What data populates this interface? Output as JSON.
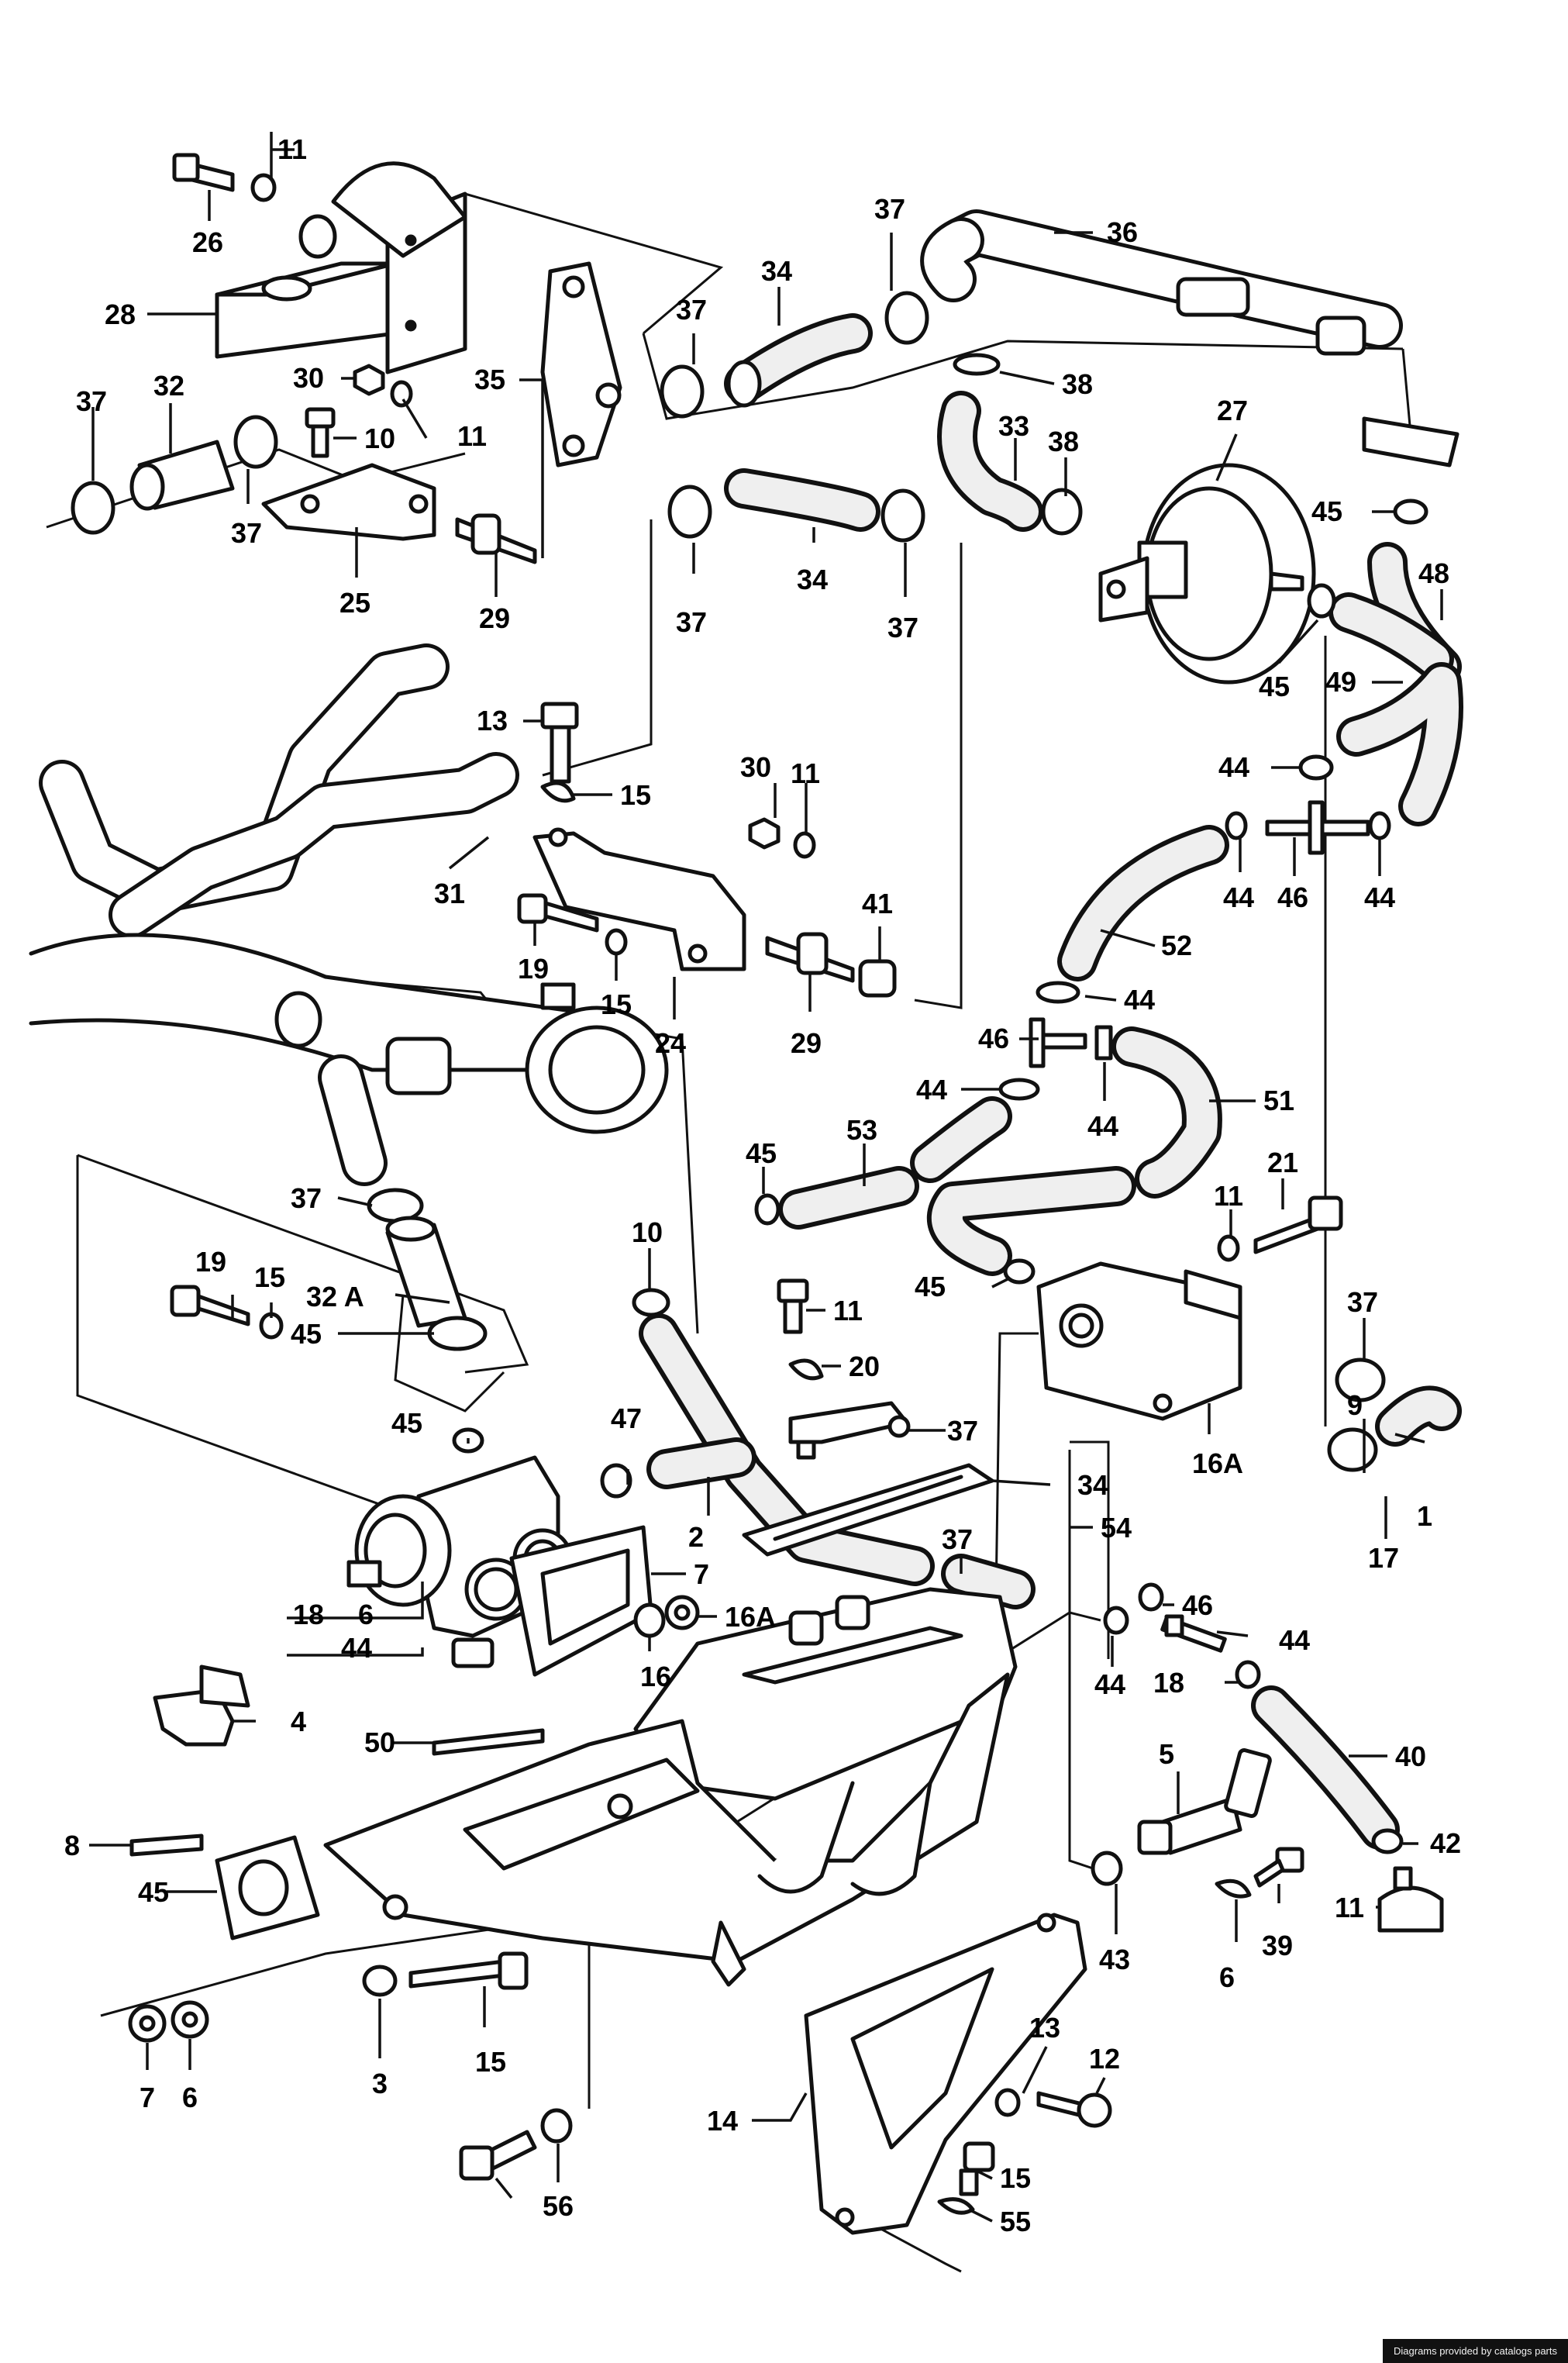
{
  "credit": "Diagrams provided by catalogs parts",
  "callouts": [
    {
      "text": "11"
    },
    {
      "text": "26"
    },
    {
      "text": "28"
    },
    {
      "text": "30"
    },
    {
      "text": "11"
    },
    {
      "text": "37"
    },
    {
      "text": "32"
    },
    {
      "text": "37"
    },
    {
      "text": "10"
    },
    {
      "text": "25"
    },
    {
      "text": "35"
    },
    {
      "text": "29"
    },
    {
      "text": "37"
    },
    {
      "text": "34"
    },
    {
      "text": "37"
    },
    {
      "text": "36"
    },
    {
      "text": "38"
    },
    {
      "text": "33"
    },
    {
      "text": "38"
    },
    {
      "text": "27"
    },
    {
      "text": "34"
    },
    {
      "text": "37"
    },
    {
      "text": "37"
    },
    {
      "text": "45"
    },
    {
      "text": "48"
    },
    {
      "text": "45"
    },
    {
      "text": "49"
    },
    {
      "text": "13"
    },
    {
      "text": "15"
    },
    {
      "text": "30"
    },
    {
      "text": "11"
    },
    {
      "text": "31"
    },
    {
      "text": "19"
    },
    {
      "text": "15"
    },
    {
      "text": "24"
    },
    {
      "text": "41"
    },
    {
      "text": "29"
    },
    {
      "text": "44"
    },
    {
      "text": "44"
    },
    {
      "text": "46"
    },
    {
      "text": "44"
    },
    {
      "text": "52"
    },
    {
      "text": "44"
    },
    {
      "text": "46"
    },
    {
      "text": "44"
    },
    {
      "text": "44"
    },
    {
      "text": "51"
    },
    {
      "text": "45"
    },
    {
      "text": "53"
    },
    {
      "text": "11"
    },
    {
      "text": "21"
    },
    {
      "text": "37"
    },
    {
      "text": "45"
    },
    {
      "text": "19"
    },
    {
      "text": "15"
    },
    {
      "text": "32 A"
    },
    {
      "text": "37"
    },
    {
      "text": "45"
    },
    {
      "text": "10"
    },
    {
      "text": "11"
    },
    {
      "text": "20"
    },
    {
      "text": "37"
    },
    {
      "text": "9"
    },
    {
      "text": "16A"
    },
    {
      "text": "45"
    },
    {
      "text": "47"
    },
    {
      "text": "2"
    },
    {
      "text": "34"
    },
    {
      "text": "1"
    },
    {
      "text": "54"
    },
    {
      "text": "37"
    },
    {
      "text": "17"
    },
    {
      "text": "7"
    },
    {
      "text": "16A"
    },
    {
      "text": "18"
    },
    {
      "text": "6"
    },
    {
      "text": "16"
    },
    {
      "text": "44"
    },
    {
      "text": "46"
    },
    {
      "text": "44"
    },
    {
      "text": "44"
    },
    {
      "text": "18"
    },
    {
      "text": "4"
    },
    {
      "text": "50"
    },
    {
      "text": "40"
    },
    {
      "text": "5"
    },
    {
      "text": "8"
    },
    {
      "text": "45"
    },
    {
      "text": "42"
    },
    {
      "text": "43"
    },
    {
      "text": "39"
    },
    {
      "text": "11"
    },
    {
      "text": "6"
    },
    {
      "text": "7"
    },
    {
      "text": "6"
    },
    {
      "text": "3"
    },
    {
      "text": "15"
    },
    {
      "text": "13"
    },
    {
      "text": "12"
    },
    {
      "text": "14"
    },
    {
      "text": "15"
    },
    {
      "text": "55"
    },
    {
      "text": "56"
    }
  ]
}
